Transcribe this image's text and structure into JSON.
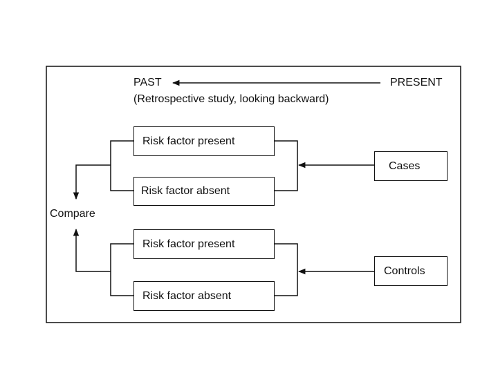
{
  "header": {
    "past_label": "PAST",
    "present_label": "PRESENT",
    "subtitle": "(Retrospective study, looking backward)"
  },
  "groups": {
    "cases": {
      "label": "Cases",
      "upper_box": "Risk factor present",
      "lower_box": "Risk factor absent"
    },
    "controls": {
      "label": "Controls",
      "upper_box": "Risk factor present",
      "lower_box": "Risk factor absent"
    }
  },
  "compare_label": "Compare",
  "colors": {
    "line": "#111111",
    "background": "#ffffff"
  }
}
